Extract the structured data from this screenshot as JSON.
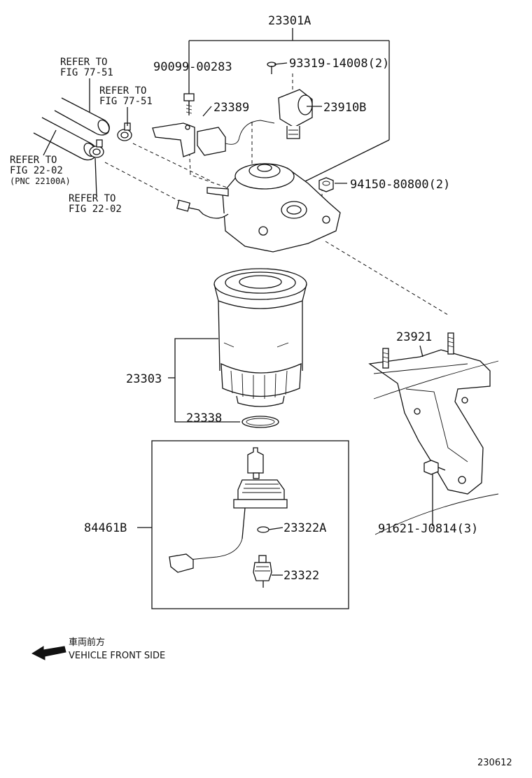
{
  "labels": {
    "l_23301A": "23301A",
    "l_90099": "90099-00283",
    "l_93319": "93319-14008(2)",
    "l_23389": "23389",
    "l_23910B": "23910B",
    "l_94150": "94150-80800(2)",
    "l_23303": "23303",
    "l_23338": "23338",
    "l_23921": "23921",
    "l_84461B": "84461B",
    "l_23322A": "23322A",
    "l_23322": "23322",
    "l_91621": "91621-J0814(3)"
  },
  "refs": {
    "r1_line1": "REFER TO",
    "r1_line2": "FIG 77-51",
    "r2_line1": "REFER TO",
    "r2_line2": "FIG 77-51",
    "r3_line1": "REFER TO",
    "r3_line2": "FIG 22-02",
    "r3_line3": "(PNC 22100A)",
    "r4_line1": "REFER TO",
    "r4_line2": "FIG 22-02"
  },
  "legend": {
    "jp": "車両前方",
    "en": "VEHICLE FRONT SIDE",
    "arrow_icon": "left-arrow-icon"
  },
  "diagram_code": "230612"
}
